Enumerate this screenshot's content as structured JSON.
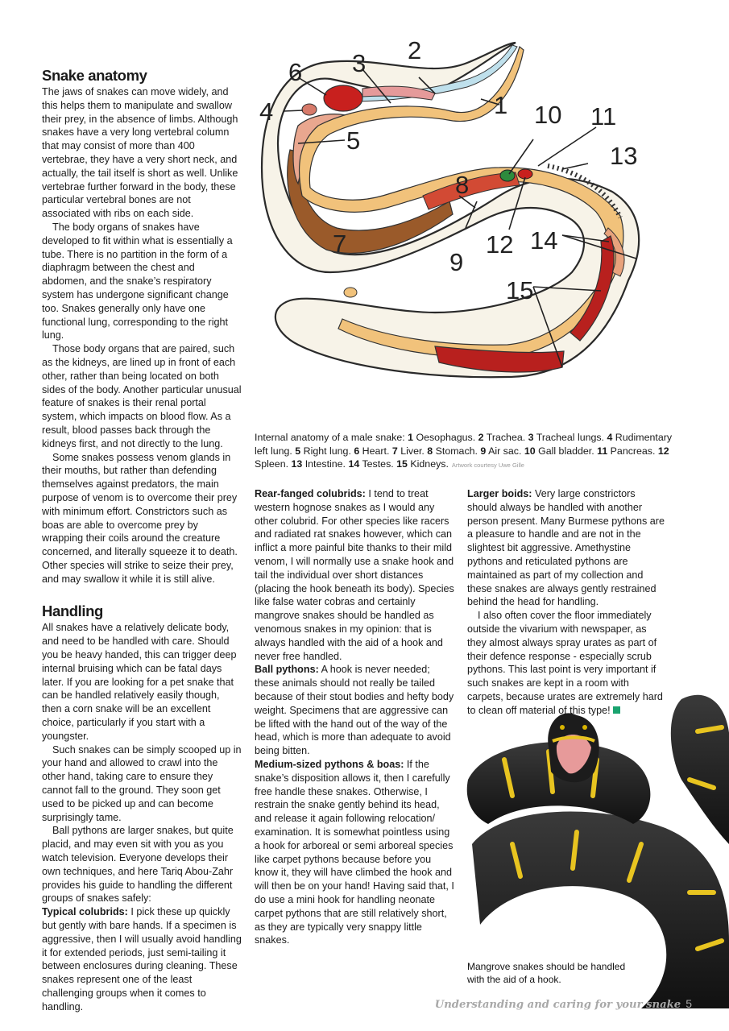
{
  "page": {
    "footer_title": "Understanding and caring for your snake",
    "page_number": "5"
  },
  "section1": {
    "heading": "Snake anatomy",
    "p1": "The jaws of snakes can move widely, and this helps them to manipulate and swallow their prey, in the absence of limbs.  Although snakes have a very long vertebral column that may consist of more than 400 vertebrae, they have a very short neck, and actually, the tail itself is short as well. Unlike vertebrae further forward in the body, these particular vertebral bones are not associated with ribs on each side.",
    "p2": "The body organs of snakes have developed to fit within what is essentially a tube. There is no partition in the form of a diaphragm between the chest and abdomen, and the snake’s respiratory system has undergone significant change too. Snakes generally only have one functional lung, corresponding to the right lung.",
    "p3": "Those body organs that are paired, such as the kidneys, are lined up in front of each other, rather than being located on both sides of the body. Another particular unusual feature of snakes is their renal portal system, which impacts on blood flow. As a result, blood passes back through the kidneys first, and not directly to the lung.",
    "p4": "Some snakes possess venom glands in their mouths, but rather than defending themselves against predators, the main purpose of venom is to overcome their prey with minimum effort. Constrictors such as boas are able to overcome prey by wrapping their coils around the creature concerned, and literally squeeze it to death. Other species will strike to seize their prey, and may swallow it while it is still alive."
  },
  "section2": {
    "heading": "Handling",
    "p1": "All snakes have a relatively delicate body, and need to be handled with care. Should you be heavy handed, this can trigger deep internal bruising which can be fatal days later. If you are looking for a pet snake that can be handled relatively easily though, then a corn snake will be an excellent choice, particularly if you start with a youngster.",
    "p2": "Such snakes can be simply scooped up in your hand and allowed to crawl into the other hand, taking care to ensure they cannot fall to the ground. They soon get used to be picked up and can become surprisingly tame.",
    "p3": "Ball pythons are larger snakes, but quite placid, and may even sit with you as you watch television. Everyone develops their own techniques, and here Tariq Abou-Zahr provides his guide to handling the different groups of snakes safely:",
    "typical_label": "Typical colubrids:",
    "typical_text": " I pick these up quickly but gently with bare hands. If a specimen is aggressive, then I will usually avoid handling it for extended periods, just semi-tailing it between enclosures during cleaning. These snakes represent one of the least challenging groups when it comes to handling.",
    "rear_label": "Rear-fanged colubrids:",
    "rear_text": " I tend to treat western hognose snakes as I would any other colubrid. For other species like racers and radiated rat snakes however, which can inflict a more painful bite thanks to their mild venom, I will normally use a snake hook and tail the individual over short distances (placing the hook beneath its body). Species like false water cobras and certainly mangrove snakes should be handled as venomous snakes in my opinion: that is always handled with the aid of a hook and never free handled.",
    "ball_label": "Ball pythons:",
    "ball_text": " A hook is never needed; these animals should not really be tailed because of their stout bodies and hefty body weight. Specimens that are aggressive can be lifted with the hand out of the way of the head, which is more than adequate to avoid being bitten.",
    "medium_label": "Medium-sized pythons & boas:",
    "medium_text": " If the snake’s disposition allows it, then I carefully free handle these snakes. Otherwise, I restrain the snake gently behind its head, and release it again following relocation/ examination. It is somewhat pointless using a hook for arboreal or semi arboreal species like carpet pythons because before you know it, they will have climbed the hook and will then be on your hand! Having said that, I do use a mini hook for handling neonate carpet pythons that are still relatively short, as they are typically very snappy little snakes.",
    "larger_label": "Larger boids:",
    "larger_text": " Very large constrictors should always be handled with another person present. Many Burmese pythons are a pleasure to handle and are not in the slightest bit aggressive. Amethystine pythons and reticulated pythons are maintained as part of my collection and these snakes are always gently restrained behind the head for handling.",
    "final_p": "I also often cover the floor immediately outside the vivarium with newspaper, as they almost always spray urates as part of their defence response - especially scrub pythons. This last point is very important if such snakes are kept in a room with carpets, because urates are extremely hard to clean off material of this type!"
  },
  "diagram": {
    "labels": [
      "1",
      "2",
      "3",
      "4",
      "5",
      "6",
      "7",
      "8",
      "9",
      "10",
      "11",
      "12",
      "13",
      "14",
      "15"
    ],
    "caption_lead": "Internal anatomy of a male snake: ",
    "caption_items": [
      {
        "n": "1",
        "t": " Oesophagus. "
      },
      {
        "n": "2",
        "t": " Trachea. "
      },
      {
        "n": "3",
        "t": " Tracheal lungs. "
      },
      {
        "n": "4",
        "t": " Rudimentary left lung. "
      },
      {
        "n": "5",
        "t": " Right lung. "
      },
      {
        "n": "6",
        "t": " Heart. "
      },
      {
        "n": "7",
        "t": " Liver. "
      },
      {
        "n": "8",
        "t": " Stomach. "
      },
      {
        "n": "9",
        "t": " Air sac. "
      },
      {
        "n": "10",
        "t": " Gall bladder. "
      },
      {
        "n": "11",
        "t": " Pancreas. "
      },
      {
        "n": "12",
        "t": " Spleen. "
      },
      {
        "n": "13",
        "t": " Intestine. "
      },
      {
        "n": "14",
        "t": " Testes. "
      },
      {
        "n": "15",
        "t": " Kidneys."
      }
    ],
    "credit": "Artwork courtesy Uwe Gille"
  },
  "photo": {
    "caption": "Mangrove snakes should be handled with the aid of a hook."
  },
  "colors": {
    "accent_green": "#1aa36f",
    "organ_red": "#b8201e",
    "liver_brown": "#9a5a2a",
    "gut_tan": "#f1c27b"
  }
}
